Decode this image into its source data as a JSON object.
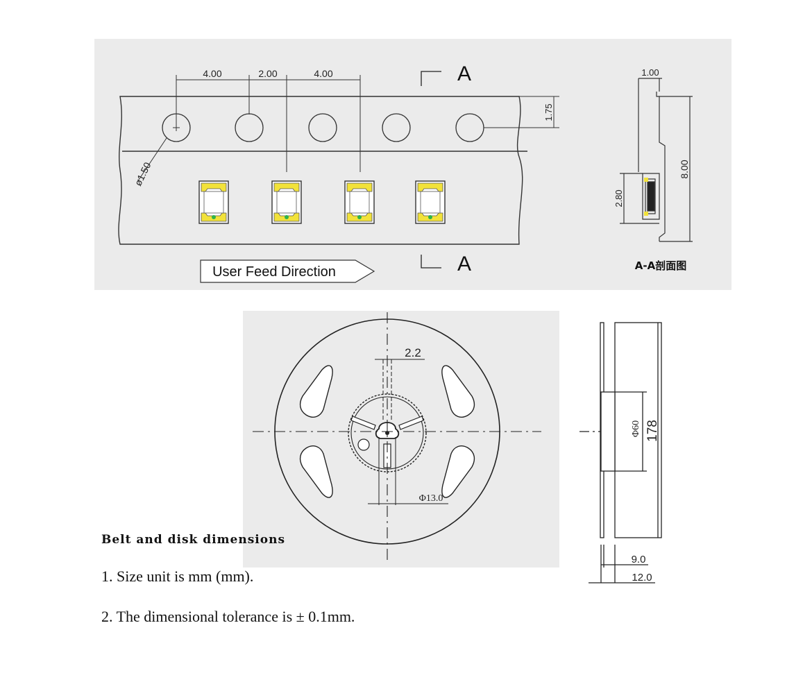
{
  "tape": {
    "pitch_labels": [
      "4.00",
      "2.00",
      "4.00"
    ],
    "sprocket_hole_dia": "ø1.50",
    "edge_to_hole": "1.75",
    "section_letter_top": "A",
    "section_letter_bottom": "A",
    "feed_direction": "User Feed Direction"
  },
  "section": {
    "thickness": "1.00",
    "width": "8.00",
    "pocket_depth": "2.80",
    "caption": "A-A剖面图"
  },
  "reel": {
    "slot_width": "2.2",
    "hub_dia": "Φ13.0",
    "hub_outer_dia": "Φ60",
    "reel_dia": "178",
    "inner_width": "9.0",
    "outer_width": "12.0"
  },
  "notes": {
    "title": "Belt and disk dimensions",
    "line1": "1. Size unit is mm (mm).",
    "line2": "2. The dimensional tolerance is ± 0.1mm."
  },
  "colors": {
    "panel": "#ebebeb",
    "line": "#222222",
    "led_body": "#ffffff",
    "led_pad": "#f2e23a",
    "led_dot": "#2fb34a"
  }
}
